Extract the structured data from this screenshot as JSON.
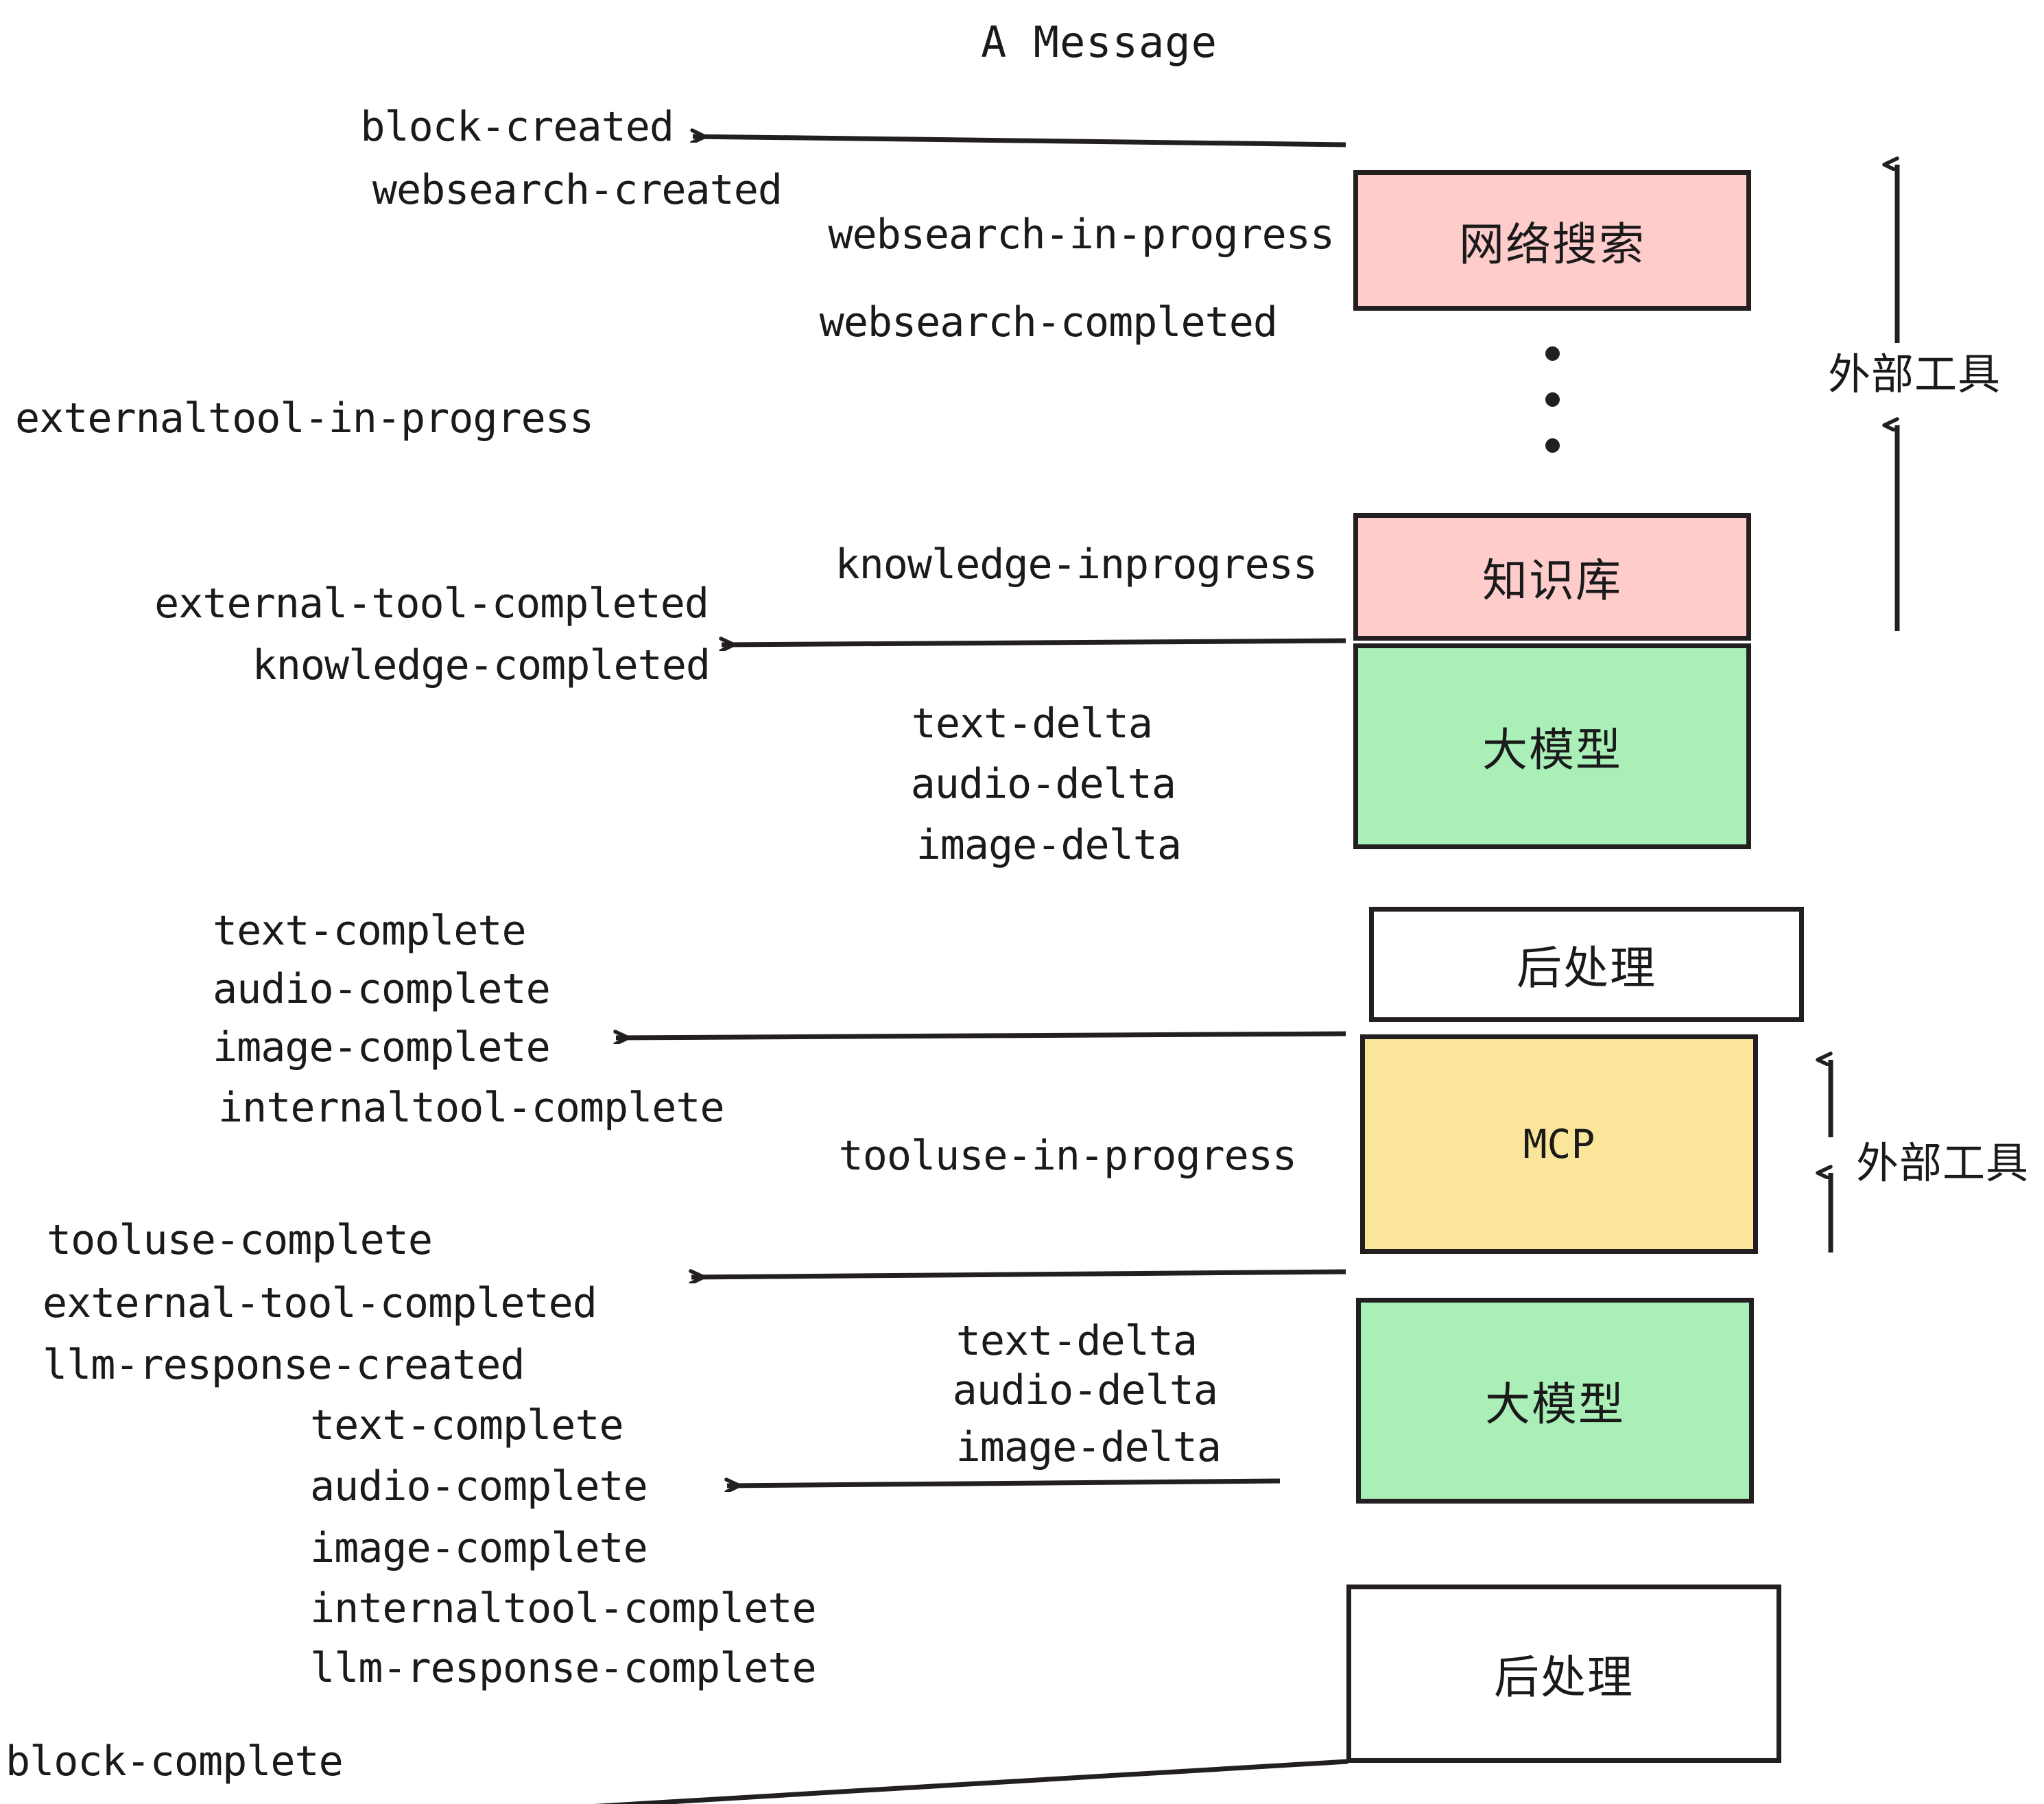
{
  "title": "A Message",
  "colors": {
    "pink": "#FFCCCC",
    "green": "#AAEFB8",
    "yellow": "#FAE59B",
    "white": "#FFFFFF",
    "stroke": "#231f20",
    "text": "#1a1a1a",
    "background": "#FFFFFF"
  },
  "nodes": [
    {
      "id": "websearch",
      "label": "网络搜索",
      "fill": "#FFCCCC"
    },
    {
      "id": "knowledge",
      "label": "知识库",
      "fill": "#FFCCCC"
    },
    {
      "id": "llm1",
      "label": "大模型",
      "fill": "#AAEFB8"
    },
    {
      "id": "post1",
      "label": "后处理",
      "fill": "#FFFFFF"
    },
    {
      "id": "mcp",
      "label": "MCP",
      "fill": "#FAE59B"
    },
    {
      "id": "llm2",
      "label": "大模型",
      "fill": "#AAEFB8"
    },
    {
      "id": "post2",
      "label": "后处理",
      "fill": "#FFFFFF"
    }
  ],
  "side_labels": [
    {
      "id": "external-tool-top",
      "label": "外部工具"
    },
    {
      "id": "external-tool-bottom",
      "label": "外部工具"
    }
  ],
  "events": {
    "block_created": "block-created",
    "websearch_created": "websearch-created",
    "websearch_in_progress": "websearch-in-progress",
    "websearch_completed": "websearch-completed",
    "externaltool_in_progress": "externaltool-in-progress",
    "knowledge_inprogress": "knowledge-inprogress",
    "external_tool_completed_1": "external-tool-completed",
    "knowledge_completed": "knowledge-completed",
    "text_delta_1": "text-delta",
    "audio_delta_1": "audio-delta",
    "image_delta_1": "image-delta",
    "text_complete_1": "text-complete",
    "audio_complete_1": "audio-complete",
    "image_complete_1": "image-complete",
    "internaltool_complete_1": "internaltool-complete",
    "tooluse_in_progress": "tooluse-in-progress",
    "tooluse_complete": "tooluse-complete",
    "external_tool_completed_2": "external-tool-completed",
    "llm_response_created": "llm-response-created",
    "text_delta_2": "text-delta",
    "audio_delta_2": "audio-delta",
    "image_delta_2": "image-delta",
    "text_complete_2": "text-complete",
    "audio_complete_2": "audio-complete",
    "image_complete_2": "image-complete",
    "internaltool_complete_2": "internaltool-complete",
    "llm_response_complete": "llm-response-complete",
    "block_complete": "block-complete"
  }
}
